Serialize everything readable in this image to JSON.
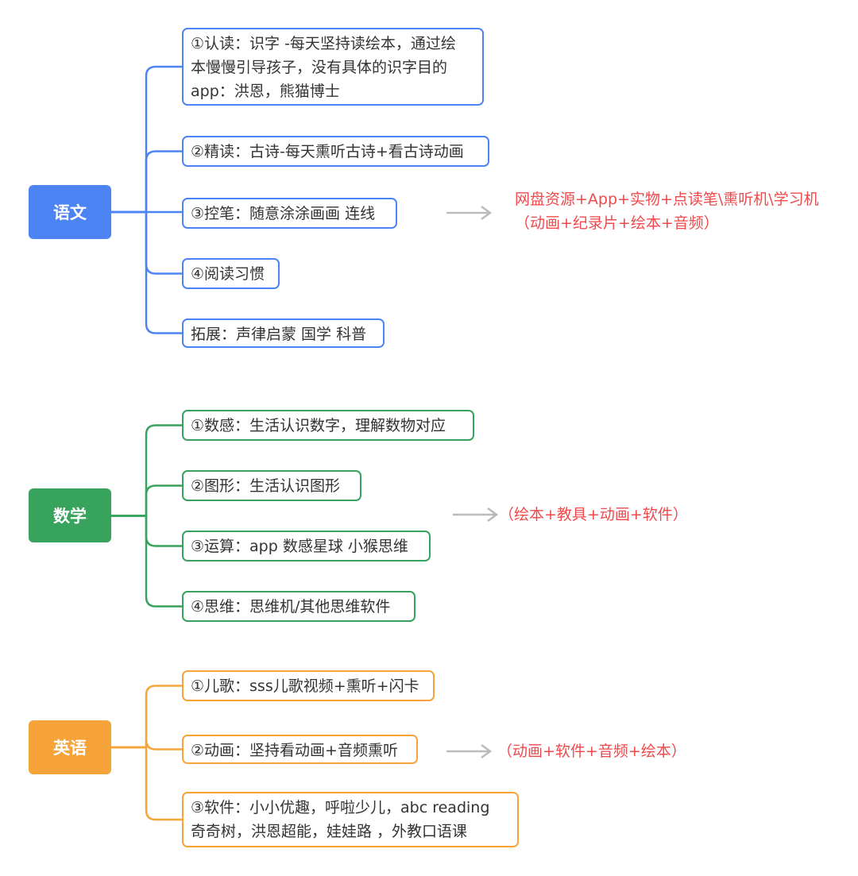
{
  "colors": {
    "chinese": "#4d84f4",
    "math": "#37a35d",
    "english": "#f6a43a",
    "note": "#f0494b",
    "arrow": "#bbbbbb"
  },
  "groups": [
    {
      "root": "语文",
      "children": [
        "①认读：识字 -每天坚持读绘本，通过绘\n本慢慢引导孩子，没有具体的识字目的\napp：洪恩，熊猫博士",
        "②精读：古诗-每天熏听古诗+看古诗动画",
        "③控笔：随意涂涂画画 连线",
        "④阅读习惯",
        "拓展：声律启蒙 国学 科普"
      ],
      "note": "网盘资源+App+实物+点读笔\\熏听机\\学习机\n（动画+纪录片+绘本+音频）"
    },
    {
      "root": "数学",
      "children": [
        "①数感：生活认识数字，理解数物对应",
        "②图形：生活认识图形",
        "③运算：app 数感星球 小猴思维",
        "④思维：思维机/其他思维软件"
      ],
      "note": "（绘本+教具+动画+软件）"
    },
    {
      "root": "英语",
      "children": [
        "①儿歌：sss儿歌视频+熏听+闪卡",
        "②动画：坚持看动画+音频熏听",
        "③软件：小小优趣，呼啦少儿，abc reading\n奇奇树，洪恩超能，娃娃路 ，外教口语课"
      ],
      "note": "（动画+软件+音频+绘本）"
    }
  ]
}
